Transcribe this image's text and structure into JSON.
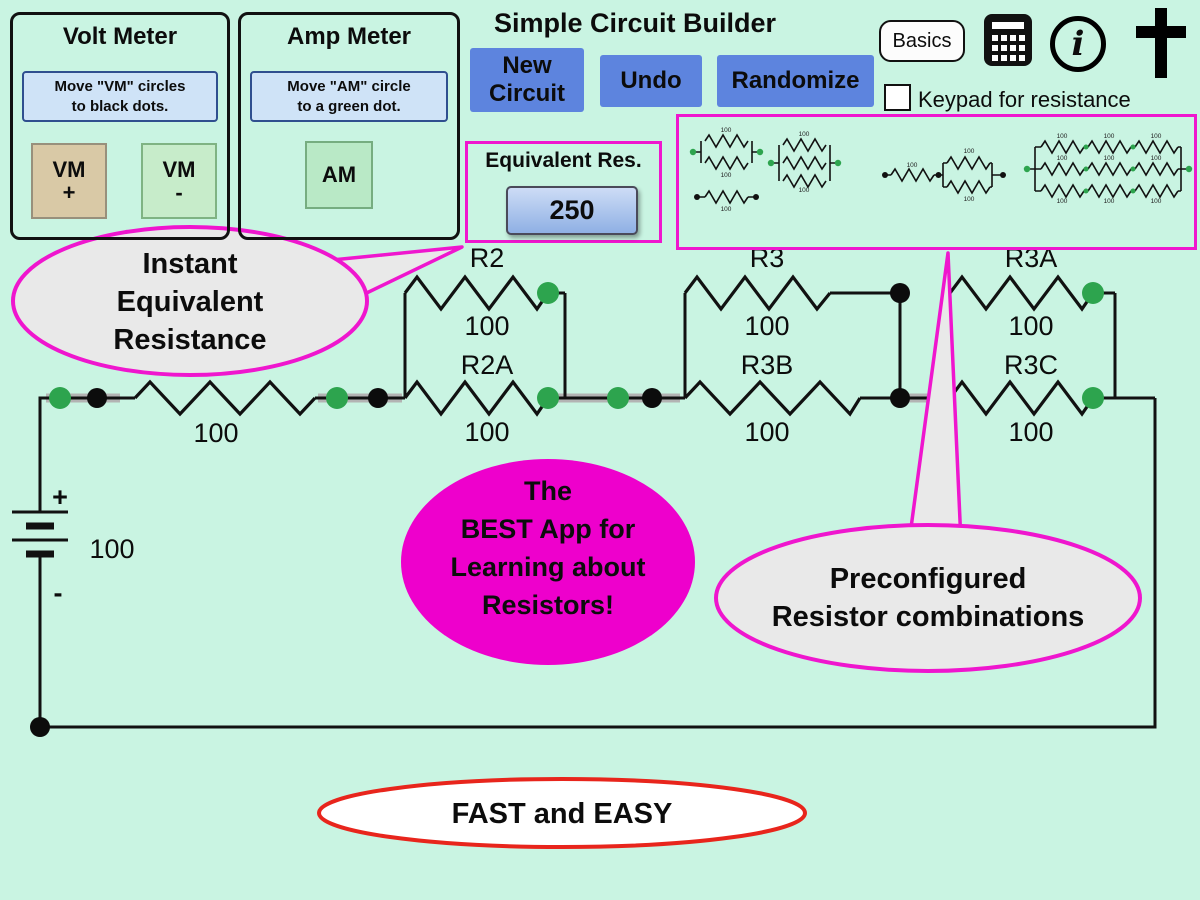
{
  "app": {
    "title": "Simple Circuit Builder"
  },
  "volt_meter": {
    "title": "Volt Meter",
    "instr1": "Move \"VM\" circles",
    "instr2": "to black dots.",
    "vm_plus_top": "VM",
    "vm_plus_bottom": "+",
    "vm_minus_top": "VM",
    "vm_minus_bottom": "-"
  },
  "amp_meter": {
    "title": "Amp Meter",
    "instr1": "Move \"AM\" circle",
    "instr2": "to a green dot.",
    "am": "AM"
  },
  "toolbar": {
    "new1": "New",
    "new2": "Circuit",
    "undo": "Undo",
    "randomize": "Randomize",
    "basics": "Basics",
    "keypad": "Keypad for resistance"
  },
  "equivalent": {
    "label": "Equivalent Res.",
    "value": "250"
  },
  "icons": {
    "info": "i"
  },
  "circuit": {
    "battery": {
      "plus": "+",
      "minus": "-",
      "value": "100"
    },
    "r1": {
      "value": "100"
    },
    "r2": {
      "name": "R2",
      "value": "100"
    },
    "r2a": {
      "name": "R2A",
      "value": "100"
    },
    "r3": {
      "name": "R3",
      "value": "100"
    },
    "r3b": {
      "name": "R3B",
      "value": "100"
    },
    "r3a": {
      "name": "R3A",
      "value": "100"
    },
    "r3c": {
      "name": "R3C",
      "value": "100"
    }
  },
  "bubbles": {
    "instant": {
      "l1": "Instant",
      "l2": "Equivalent",
      "l3": "Resistance"
    },
    "best": {
      "l1": "The",
      "l2": "BEST App for",
      "l3": "Learning about",
      "l4": "Resistors!"
    },
    "preconfig": {
      "l1": "Preconfigured",
      "l2": "Resistor combinations"
    },
    "fast": "FAST and EASY"
  },
  "preconfig_panel": {
    "tiny_value": "100"
  },
  "colors": {
    "background": "#c9f4e2",
    "accent_magenta": "#ef16ce",
    "best_bubble_fill": "#ee00cc",
    "button_blue": "#5d84de",
    "dot_green": "#2da44e",
    "fast_red": "#e8251c"
  }
}
